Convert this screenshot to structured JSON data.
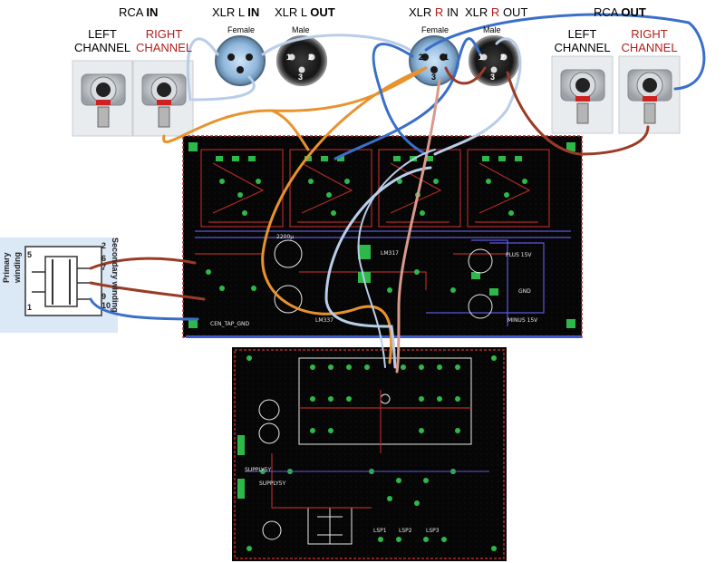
{
  "labels": {
    "rca_in": "RCA",
    "rca_in_b": "IN",
    "xlr_l_in": "XLR L",
    "xlr_l_in_b": "IN",
    "xlr_l_out": "XLR L",
    "xlr_l_out_b": "OUT",
    "xlr_r_in_a": "XLR",
    "xlr_r_in_r": "R",
    "xlr_r_in_b": "IN",
    "xlr_r_out_a": "XLR",
    "xlr_r_out_r": "R",
    "xlr_r_out_b": "OUT",
    "rca_out": "RCA",
    "rca_out_b": "OUT",
    "left": "LEFT",
    "channel": "CHANNEL",
    "right": "RIGHT",
    "channel_r": "CHANNEL",
    "left2": "LEFT",
    "channel2": "CHANNEL",
    "right2": "RIGHT",
    "channel_r2": "CHANNEL",
    "female": "Female",
    "male": "Male",
    "female2": "Female",
    "male2": "Male"
  },
  "pins": {
    "p1": "1",
    "p2": "2",
    "p3": "3"
  },
  "transformer": {
    "primary": "Primary",
    "winding": "winding",
    "secondary": "Secondary winding",
    "n5": "5",
    "n1": "1",
    "n2": "2",
    "n6": "6",
    "n7": "7",
    "n9": "9",
    "n10": "10"
  },
  "pcb": {
    "plus15": "PLUS 15V",
    "minus15": "MINUS 15V",
    "gnd": "GND",
    "cen_tap": "CEN_TAP_GND",
    "v2200": "2200µ",
    "lm317": "LM317",
    "lm337": "LM337",
    "supply1": "SUPPLY5Y",
    "supply2": "SUPPLY5Y",
    "lsp1": "LSP1",
    "lsp2": "LSP2",
    "lsp3": "LSP3"
  },
  "colors": {
    "wire_blue": "#3a6fc9",
    "wire_lightblue": "#b8cde8",
    "wire_orange": "#e8922e",
    "wire_brown": "#9a3b25",
    "wire_pink": "#d99a8c",
    "pcb_bg": "#050505",
    "trace_red": "#b02a2a",
    "pad_green": "#2fb84a",
    "text_red": "#b0201a"
  }
}
